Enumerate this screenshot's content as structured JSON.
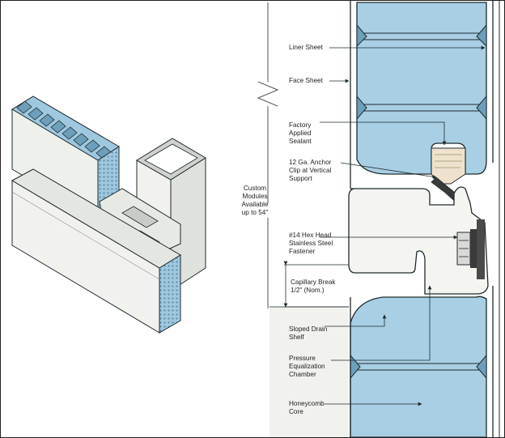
{
  "colors": {
    "core": "#a8cfe4",
    "steel": "#f1f2ee",
    "ink": "#1e2a2e",
    "dark": "#3a3a3a"
  },
  "labels": {
    "liner_sheet": "Liner Sheet",
    "face_sheet": "Face Sheet",
    "factory_sealant": [
      "Factory",
      "Applied",
      "Sealant"
    ],
    "anchor_clip": [
      "12 Ga. Anchor",
      "Clip at Vertical",
      "Support"
    ],
    "custom_modules": [
      "Custom",
      "Modules",
      "Available",
      "up to 54\""
    ],
    "fastener": [
      "#14 Hex Head",
      "Stainless Steel",
      "Fastener"
    ],
    "capillary_break": [
      "Capillary Break",
      "1/2\" (Nom.)"
    ],
    "sloped_drain": [
      "Sloped Drain",
      "Shelf"
    ],
    "pressure_chamber": [
      "Pressure",
      "Equalization",
      "Chamber"
    ],
    "honeycomb": [
      "Honeycomb",
      "Core"
    ]
  }
}
